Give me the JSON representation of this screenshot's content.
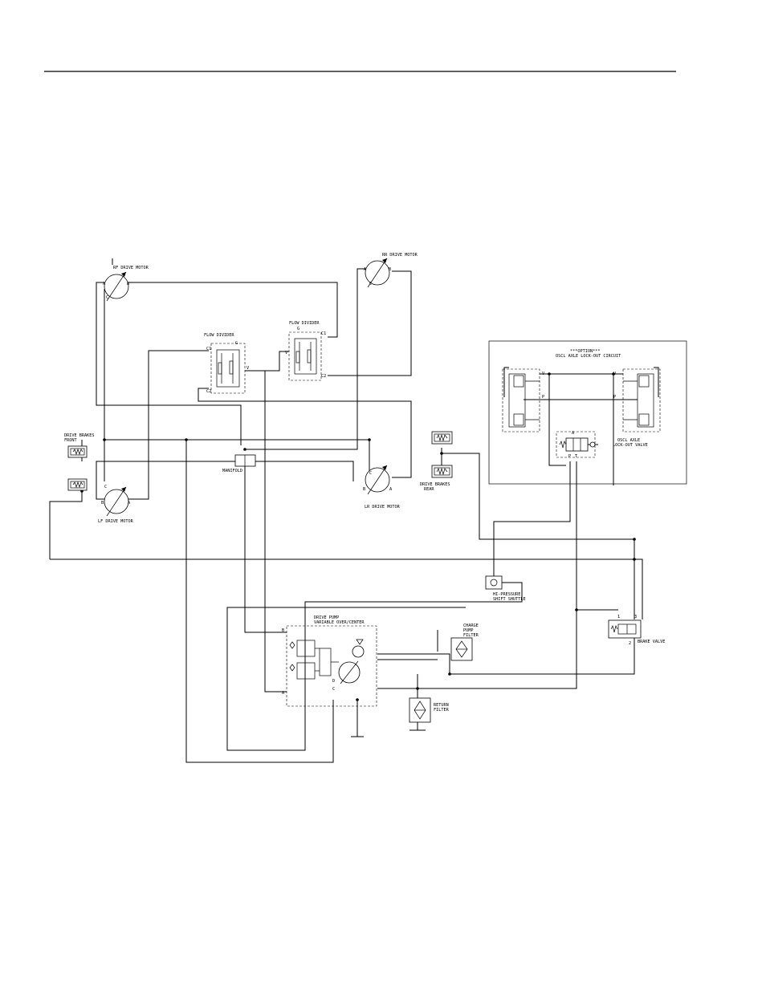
{
  "labels": {
    "rf_motor": "RF DRIVE MOTOR",
    "rr_motor": "RR DRIVE MOTOR",
    "lf_motor": "LF DRIVE MOTOR",
    "lr_motor": "LR DRIVE MOTOR",
    "flow_divider": "FLOW DIVIDER",
    "manifold": "MANIFOLD",
    "brakes_front_1": "DRIVE BRAKES",
    "brakes_front_2": "FRONT",
    "brakes_rear_1": "DRIVE BRAKES",
    "brakes_rear_2": "REAR",
    "option_1": "***OPTION***",
    "option_2": "OSCL AXLE LOCK-OUT CIRCUIT",
    "lockout_1": "OSCL AXLE",
    "lockout_2": "LOCK-OUT VALVE",
    "shuttle_1": "HI-PRESSURE",
    "shuttle_2": "SHIFT SHUTTLE",
    "pump_1": "DRIVE PUMP",
    "pump_2": "VARIABLE OVER/CENTER",
    "charge_1": "CHARGE",
    "charge_2": "PUMP",
    "charge_3": "FILTER",
    "return_1": "RETURN",
    "return_2": "FILTER",
    "brake_valve": "BRAKE VALVE"
  },
  "ports": {
    "a": "A",
    "b": "B",
    "c": "C",
    "g": "G",
    "v": "V",
    "c1": "C1",
    "c2": "C2",
    "p": "P",
    "t": "T",
    "d": "D",
    "n1": "1",
    "n2": "2",
    "n3": "3"
  }
}
